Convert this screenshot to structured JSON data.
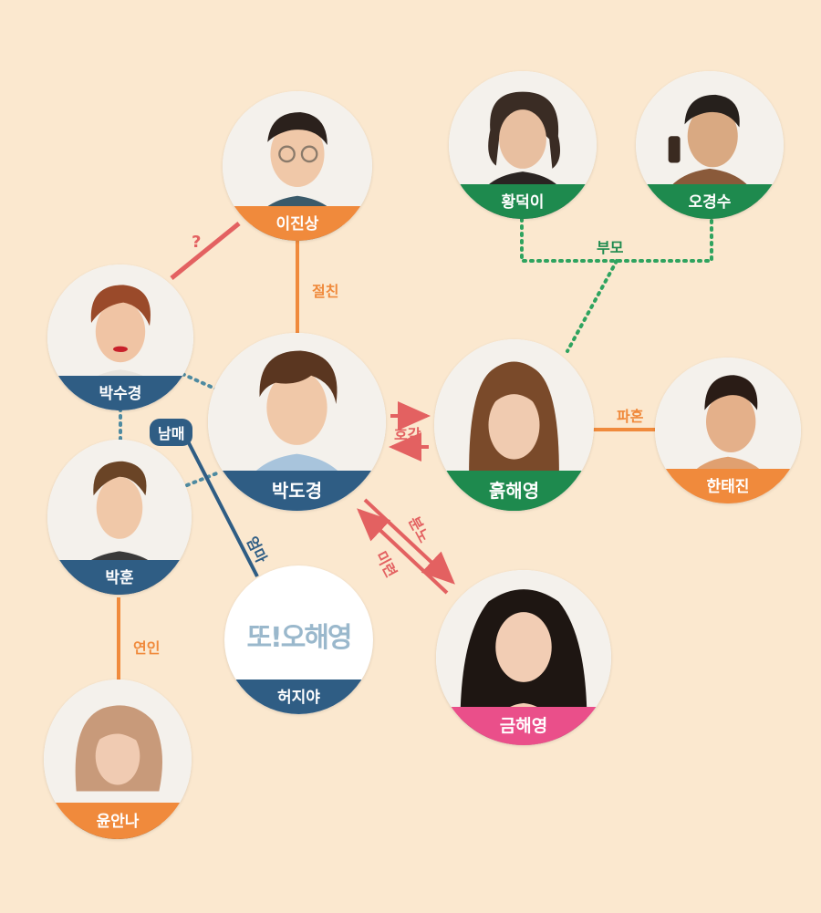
{
  "colors": {
    "background": "#fbe8cf",
    "orange": "#f08a3c",
    "blue": "#2f5d84",
    "green": "#1e8a4e",
    "pink": "#ea4f8a",
    "red": "#e36161",
    "dotted_blue": "#4e8aa0",
    "dotted_green": "#2fa35f"
  },
  "nodes": {
    "lee_jinsang": "이진상",
    "hwang_deoki": "황덕이",
    "oh_gyeongsu": "오경수",
    "park_sugyeong": "박수경",
    "park_dogyeong": "박도경",
    "heuk_haeyoung": "흙해영",
    "han_taejin": "한태진",
    "park_hun": "박훈",
    "heo_jiya": "허지야",
    "geum_haeyoung": "금해영",
    "yun_anna": "윤안나"
  },
  "relations": {
    "question": "?",
    "best_friend": "절친",
    "parents": "부모",
    "siblings": "남매",
    "affection": "호감",
    "broken_engagement": "파혼",
    "anger": "분노",
    "lingering_feelings": "미련",
    "mom": "엄마",
    "lover": "연인"
  },
  "logo": {
    "text": "또!오해영",
    "icon": "show-logo-icon"
  }
}
